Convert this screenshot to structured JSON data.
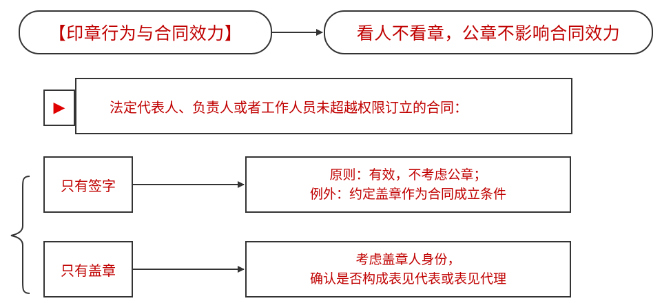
{
  "colors": {
    "text_accent": "#c00000",
    "marker": "#e00000",
    "stroke": "#333333"
  },
  "title": "【印章行为与合同效力】",
  "conclusion": "看人不看章，公章不影响合同效力",
  "marker_icon": "play-triangle-icon",
  "header": "法定代表人、负责人或者工作人员未超越权限订立的合同：",
  "rows": [
    {
      "case": "只有签字",
      "rule_lines": [
        "原则：有效，不考虑公章；",
        "例外：约定盖章作为合同成立条件"
      ]
    },
    {
      "case": "只有盖章",
      "rule_lines": [
        "考虑盖章人身份，",
        "确认是否构成表见代表或表见代理"
      ]
    }
  ]
}
